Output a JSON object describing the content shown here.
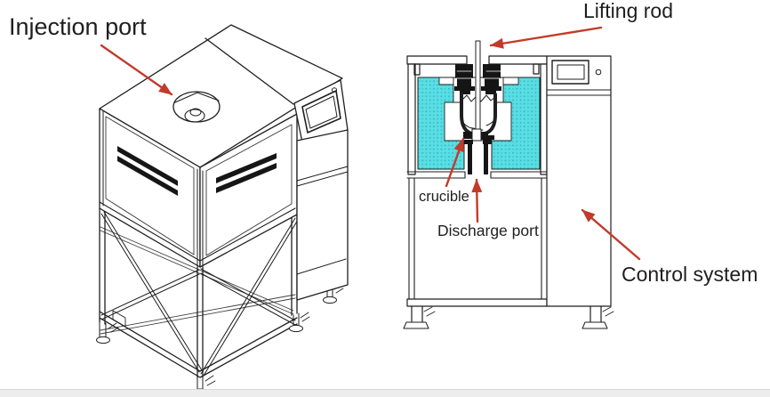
{
  "labels": {
    "injection_port": "Injection port",
    "lifting_rod": "Lifting rod",
    "crucible": "crucible",
    "discharge_port": "Discharge port",
    "control_system": "Control system"
  },
  "colors": {
    "insulation": "#58dee4",
    "arrow": "#c23b2a",
    "ink": "#1f1f1f",
    "footer_bar": "#ededed"
  }
}
